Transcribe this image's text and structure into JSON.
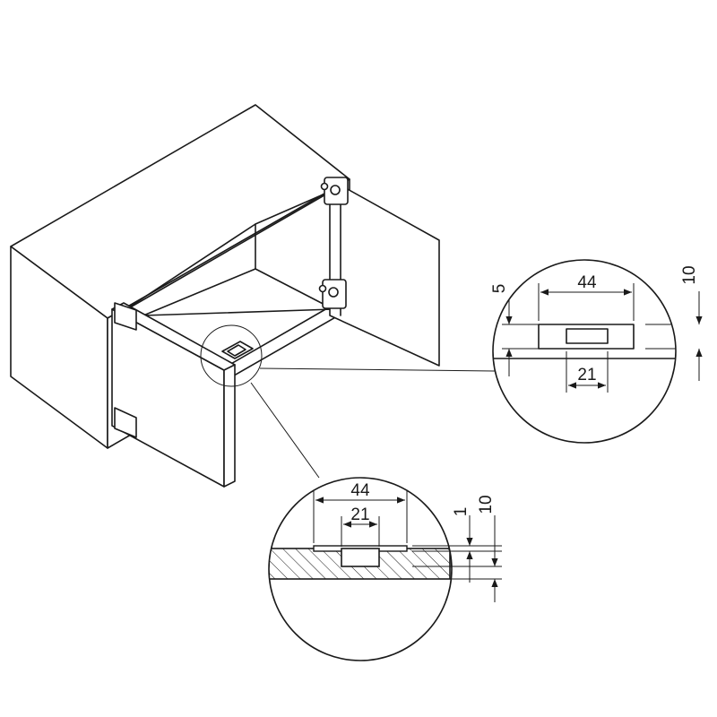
{
  "colors": {
    "line": "#1a1a1a",
    "background": "#ffffff",
    "hatch": "#1a1a1a"
  },
  "top_detail": {
    "width_label": "44",
    "inner_width_label": "21",
    "left_height_label": "5",
    "right_height_label": "10"
  },
  "bottom_detail": {
    "width_label": "44",
    "inner_width_label": "21",
    "depth_label": "1",
    "thickness_label": "10"
  }
}
